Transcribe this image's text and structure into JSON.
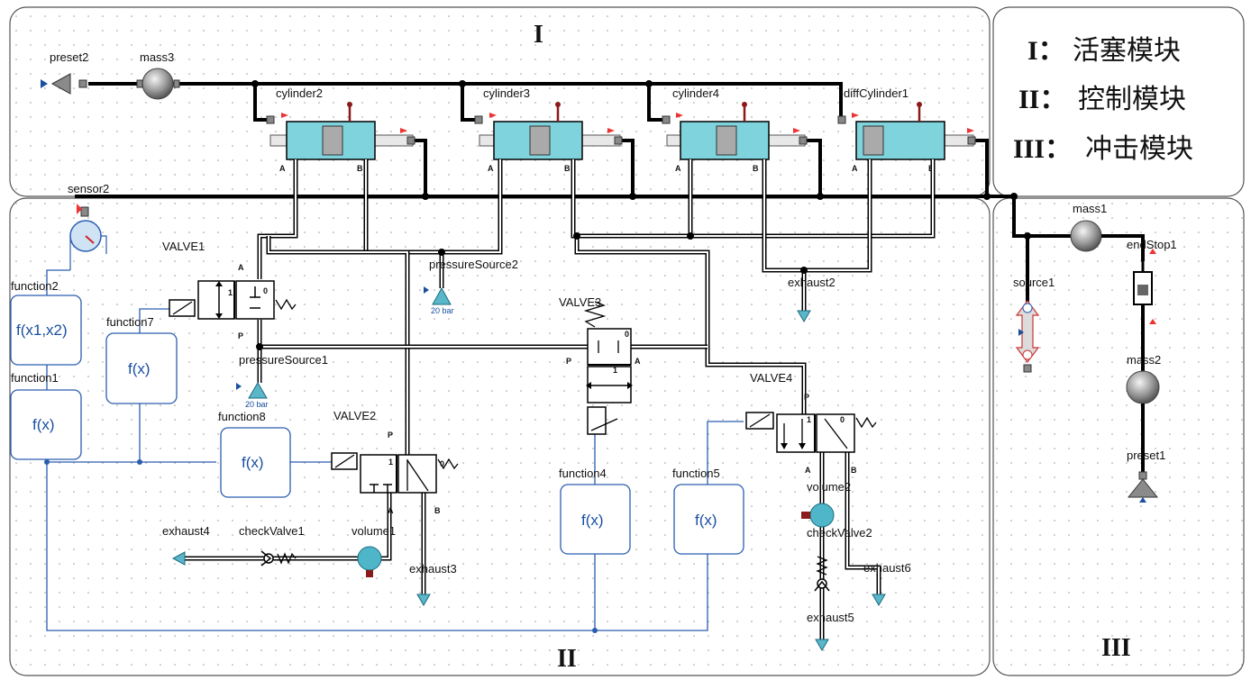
{
  "modules": {
    "section1": "I",
    "section2": "II",
    "section3": "III"
  },
  "legend": {
    "row1_num": "I：",
    "row1_text": "活塞模块",
    "row2_num": "II：",
    "row2_text": "控制模块",
    "row3_num": "III：",
    "row3_text": "冲击模块"
  },
  "components": {
    "preset2": "preset2",
    "mass3": "mass3",
    "cylinder2": "cylinder2",
    "cylinder3": "cylinder3",
    "cylinder4": "cylinder4",
    "diffCylinder1": "diffCylinder1",
    "sensor2": "sensor2",
    "valve1": "VALVE1",
    "valve2": "VALVE2",
    "valve3": "VALVE3",
    "valve4": "VALVE4",
    "function2": "function2",
    "function1": "function1",
    "function7": "function7",
    "function8": "function8",
    "function4": "function4",
    "function5": "function5",
    "pressureSource1": "pressureSource1",
    "pressureSource2": "pressureSource2",
    "exhaust2": "exhaust2",
    "exhaust3": "exhaust3",
    "exhaust4": "exhaust4",
    "exhaust5": "exhaust5",
    "exhaust6": "exhaust6",
    "checkValve1": "checkValve1",
    "checkValve2": "checkValve2",
    "volume1": "volume1",
    "volume2": "volume2",
    "mass1": "mass1",
    "mass2": "mass2",
    "source1": "source1",
    "endStop1": "endStop1",
    "preset1": "preset1"
  },
  "expressions": {
    "f2": "f(x1,x2)",
    "fx": "f(x)"
  },
  "pressure": {
    "bar20": "20 bar"
  },
  "ports": {
    "A": "A",
    "B": "B",
    "P": "P",
    "one": "1",
    "zero": "0"
  }
}
